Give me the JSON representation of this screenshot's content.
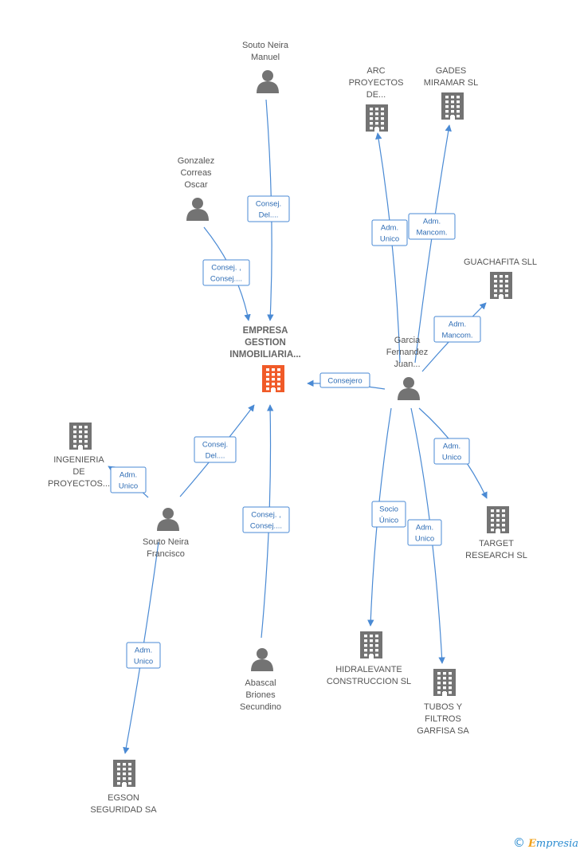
{
  "colors": {
    "edge": "#4a8ad4",
    "node_gray": "#737373",
    "node_main": "#f05a28"
  },
  "nodes": [
    {
      "id": "main",
      "kind": "company",
      "main": true,
      "lines": [
        "EMPRESA",
        "GESTION",
        "INMOBILIARIA..."
      ]
    },
    {
      "id": "souto_manuel",
      "kind": "person",
      "lines": [
        "Souto Neira",
        "Manuel"
      ]
    },
    {
      "id": "gonzalez",
      "kind": "person",
      "lines": [
        "Gonzalez",
        "Correas",
        "Oscar"
      ]
    },
    {
      "id": "garcia",
      "kind": "person",
      "lines": [
        "Garcia",
        "Fernandez",
        "Juan..."
      ]
    },
    {
      "id": "souto_francisco",
      "kind": "person",
      "lines": [
        "Souto Neira",
        "Francisco"
      ]
    },
    {
      "id": "abascal",
      "kind": "person",
      "lines": [
        "Abascal",
        "Briones",
        "Secundino"
      ]
    },
    {
      "id": "arc",
      "kind": "company",
      "lines": [
        "ARC",
        "PROYECTOS",
        "DE..."
      ]
    },
    {
      "id": "gades",
      "kind": "company",
      "lines": [
        "GADES",
        "MIRAMAR SL"
      ]
    },
    {
      "id": "guachafita",
      "kind": "company",
      "lines": [
        "GUACHAFITA SLL"
      ]
    },
    {
      "id": "target",
      "kind": "company",
      "lines": [
        "TARGET",
        "RESEARCH SL"
      ]
    },
    {
      "id": "hidralevante",
      "kind": "company",
      "lines": [
        "HIDRALEVANTE",
        "CONSTRUCCION SL"
      ]
    },
    {
      "id": "tubos",
      "kind": "company",
      "lines": [
        "TUBOS Y",
        "FILTROS",
        "GARFISA SA"
      ]
    },
    {
      "id": "ingenieria",
      "kind": "company",
      "lines": [
        "INGENIERIA",
        "DE",
        "PROYECTOS..."
      ]
    },
    {
      "id": "egson",
      "kind": "company",
      "lines": [
        "EGSON",
        "SEGURIDAD SA"
      ]
    }
  ],
  "edges": [
    {
      "from": "souto_manuel",
      "to": "main",
      "label": [
        "Consej.",
        "Del...."
      ]
    },
    {
      "from": "gonzalez",
      "to": "main",
      "label": [
        "Consej. ,",
        "Consej...."
      ]
    },
    {
      "from": "garcia",
      "to": "main",
      "label": [
        "Consejero"
      ]
    },
    {
      "from": "souto_francisco",
      "to": "main",
      "label": [
        "Consej.",
        "Del...."
      ]
    },
    {
      "from": "abascal",
      "to": "main",
      "label": [
        "Consej. ,",
        "Consej...."
      ]
    },
    {
      "from": "garcia",
      "to": "arc",
      "label": [
        "Adm.",
        "Unico"
      ]
    },
    {
      "from": "garcia",
      "to": "gades",
      "label": [
        "Adm.",
        "Mancom."
      ]
    },
    {
      "from": "garcia",
      "to": "guachafita",
      "label": [
        "Adm.",
        "Mancom."
      ]
    },
    {
      "from": "garcia",
      "to": "target",
      "label": [
        "Adm.",
        "Unico"
      ]
    },
    {
      "from": "garcia",
      "to": "hidralevante",
      "label": [
        "Socio",
        "Único"
      ]
    },
    {
      "from": "garcia",
      "to": "tubos",
      "label": [
        "Adm.",
        "Unico"
      ]
    },
    {
      "from": "souto_francisco",
      "to": "ingenieria",
      "label": [
        "Adm.",
        "Unico"
      ]
    },
    {
      "from": "souto_francisco",
      "to": "egson",
      "label": [
        "Adm.",
        "Unico"
      ]
    }
  ],
  "footer": {
    "copyright_symbol": "©",
    "brand_initial": "E",
    "brand_rest": "mpresia"
  }
}
